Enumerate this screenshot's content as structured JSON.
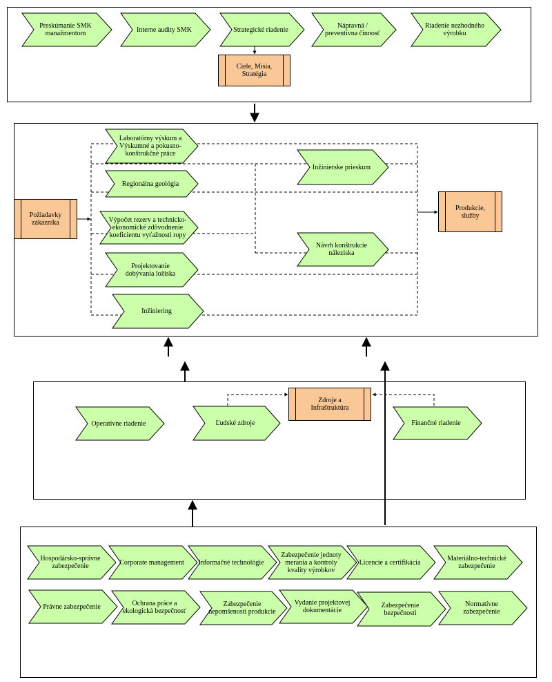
{
  "colors": {
    "process_fill": "#ccffaa",
    "document_fill": "#fac896",
    "stroke": "#000000"
  },
  "management": {
    "processes": [
      "Preskúmanie SMK manažmentom",
      "Interne audity SMK",
      "Strategické riadenie",
      "Nápravná /\npreventívna činnosť",
      "Riadenie nezhodného\nvýrobku"
    ],
    "goals": "Ciele, Misia,\nStratégia"
  },
  "core": {
    "input": "Požiadavky\nzákazníka",
    "output": "Produkcie,\nslužby",
    "processes": [
      "Laboratórny výskum a\nVýskumné a pokusno-\nkonštrukčné práce",
      "Regionálna geológia",
      "Výpočet rezerv a technicko-\nekonomické zdôvodnenie\nkoeficientu vyťažnosti ropy",
      "Projektovanie\ndobývania ložiska",
      "Inžiniering",
      "Inžinierske prieskum",
      "Návrh konštrukcie\nnáleziska"
    ]
  },
  "resources": {
    "processes": [
      "Operatívne riadenie",
      "Ľudské zdroje",
      "Finančné riadenie"
    ],
    "center": "Zdroje a\nInfraštruktúra"
  },
  "support": {
    "row1": [
      "Hospodársko-správne\nzabezpečenie",
      "Corporate management",
      "Informačné technológie",
      "Zabezpečenie jednoty\nmerania a kontroly\nkvality výrobkov",
      "Licencie a certifikácia",
      "Materiálno-technické\nzabezpečenie"
    ],
    "row2": [
      "Právne zabezpečenie",
      "Ochrana práce a\nekologická bezpečnosť",
      "Zabezpečenie\nnepomšenosti produkcie",
      "Vydanie projektovej\ndokumentácie",
      "Zabezpečenie\nbezpečnosti",
      "Normatívne\nzabezpečenie"
    ]
  }
}
